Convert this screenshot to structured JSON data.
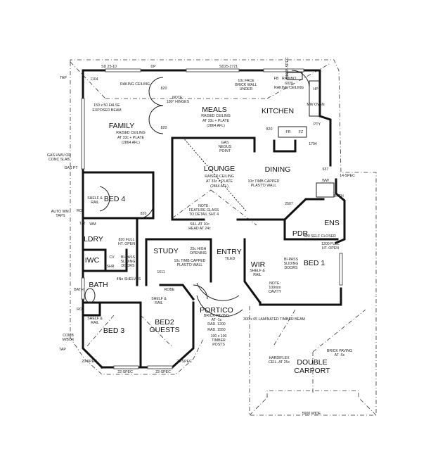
{
  "title_block": {
    "window_codes": [
      "SD 25-10",
      "DP",
      "SD25-2721",
      "1245-SPEC",
      "22-SPEC",
      "22-SPEC",
      "20-SPEC",
      "20-SPEC",
      "14-SPEC"
    ]
  },
  "rooms": {
    "family": "FAMILY",
    "meals": "MEALS",
    "kitchen": "KITCHEN",
    "lounge": "LOUNGE",
    "dining": "DINING",
    "bed4": "BED 4",
    "study": "STUDY",
    "entry": "ENTRY",
    "wir": "WIR",
    "bed1": "BED 1",
    "ldry": "LDRY",
    "pdr": "PDR",
    "ens": "ENS",
    "iwc": "IWC",
    "bath": "BATH",
    "bed3": "BED 3",
    "bed2": "BED2",
    "guests": "GUESTS",
    "portico": "PORTICO",
    "double": "DOUBLE",
    "carport": "CARPORT"
  },
  "notes": {
    "raking_ceiling": "RAKING CEILING",
    "false_beam_1": "150 x 50 FALSE",
    "false_beam_2": "EXPOSED BEAM",
    "family_ceiling_1": "RAISED CEILING",
    "family_ceiling_2": "AT 33c + PLATE",
    "family_ceiling_3": "(2864 AFL)",
    "meals_ceiling_1": "RAISED CEILING",
    "meals_ceiling_2": "AT 33c + PLATE",
    "meals_ceiling_3": "(2864 AFL)",
    "lounge_ceiling_1": "RAISED CEILING",
    "lounge_ceiling_2": "AT 33c + PLATE",
    "lounge_ceiling_3": "(2864 AFL)",
    "hinges_1": "NOTE:",
    "hinges_2": "180° HINGES",
    "brick_1": "10c FACE",
    "brick_2": "BRICK WALL",
    "brick_3": "UNDER",
    "rainbo_1": "RAINBO",
    "rainbo_2": "6020",
    "rainbo_3": "RAKING CEILING",
    "gas_1": "GAS",
    "gas_2": "NEGUS",
    "gas_3": "POINT",
    "timb_1": "10c TIMB CAPPED",
    "timb_2": "PLAST'D WALL",
    "feature_1": "NOTE:",
    "feature_2": "FEATURE GLASS",
    "feature_3": "TO DETAIL SHT 4",
    "sill_1": "SILL AT 10c",
    "sill_2": "HEAD AT 24c",
    "study_open_1": "25c HIGH",
    "study_open_2": "OPENING",
    "study_wall_1": "10c TIMB CAPPED",
    "study_wall_2": "PLAST'D WALL",
    "tiled": "TILED",
    "full_open_1": "820 FULL",
    "full_open_2": "HT. OPEN",
    "bipass_1": "BI-PASS",
    "bipass_2": "SLIDING",
    "bipass_3": "DOORS",
    "shelf_1": "SHELF &",
    "shelf_2": "RAIL",
    "self_closer": "820 SELF CLOSER",
    "bed1_open_1": "1200 FULL",
    "bed1_open_2": "HT. OPEN",
    "cavity_1": "NOTE:",
    "cavity_2": "100mm",
    "cavity_3": "CAVITY",
    "portico_1": "BRICK PAVING",
    "portico_2": "AT -1c",
    "portico_3": "RAD. 1200",
    "portico_4": "RAD. 1550",
    "posts_1": "100 x 100",
    "posts_2": "TIMBER",
    "posts_3": "POSTS",
    "beam": "300 x 65 LAMINATED TIMBER BEAM",
    "hardiflex_1": "HARDIFLEX",
    "hardiflex_2": "CEIL. AT 25c",
    "paving_1": "BRICK PAVING",
    "paving_2": "AT -5c",
    "width": "5900 WIDE",
    "tap": "TAP",
    "gas_hwu_1": "GAS HWU OR",
    "gas_hwu_2": "CONC SLAB",
    "gas_pt": "GAS PT",
    "auto_wm_1": "AUTO WM.",
    "auto_wm_2": "TAPS",
    "comb_1": "COMB",
    "comb_2": "M/BOX",
    "dim_1104": "1104",
    "dim_820": "820",
    "dim_1704": "1704",
    "dim_637": "637",
    "dim_1611": "1611",
    "dim_2507": "2507",
    "fr": "FR",
    "fz": "FZ",
    "pty": "PTY",
    "mw": "MW OVEN",
    "hp": "HP",
    "fb": "FB",
    "ww": "WW",
    "wm": "WM",
    "tr": "T/R",
    "cv": "CV",
    "shr": "SHR",
    "ro": "RO",
    "robe": "ROBE",
    "shelves": "4No SHELVES",
    "lin": "LIN",
    "bath_tub": "BATH"
  }
}
